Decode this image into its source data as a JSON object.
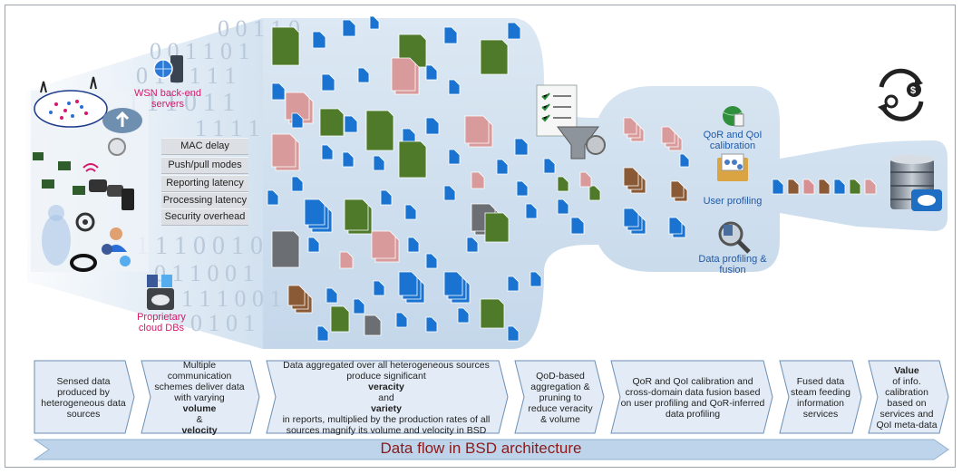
{
  "left_labels": {
    "wsn_servers": "WSN back-end servers",
    "cloud_dbs": "Proprietary cloud DBs"
  },
  "parameters": [
    "MAC delay",
    "Push/pull modes",
    "Reporting latency",
    "Processing latency",
    "Security overhead"
  ],
  "binary_digits_top": "0 1 0 1 0 1 1 1 1 0",
  "binary_digits_bottom": "1 1 1 0 0 1 0 1 1 0 0 1 0 1",
  "right_panel": {
    "qor_label": "QoR and QoI calibration",
    "user_profiling": "User profiling",
    "data_profiling": "Data profiling & fusion"
  },
  "steps": [
    {
      "pre": "Sensed data produced by heterogeneous data sources",
      "b1": "",
      "mid": "",
      "b2": "",
      "post": ""
    },
    {
      "pre": "Multiple communication schemes deliver data with varying ",
      "b1": "volume",
      "mid": " & ",
      "b2": "velocity",
      "post": ""
    },
    {
      "pre": "Data aggregated over all heterogeneous sources produce significant ",
      "b1": "veracity",
      "mid": " and ",
      "b2": "variety",
      "post": " in reports, multiplied by the production rates of all sources magnify its volume and velocity in BSD"
    },
    {
      "pre": "QoD-based aggregation & pruning to reduce veracity & volume",
      "b1": "",
      "mid": "",
      "b2": "",
      "post": ""
    },
    {
      "pre": "QoR and QoI calibration and cross-domain data fusion based on user profiling and QoR-inferred data profiling",
      "b1": "",
      "mid": "",
      "b2": "",
      "post": ""
    },
    {
      "pre": "Fused data steam feeding information services",
      "b1": "",
      "mid": "",
      "b2": "",
      "post": ""
    },
    {
      "pre": "",
      "b1": "Value",
      "mid": " of info. calibration based on services and QoI meta-data",
      "b2": "",
      "post": ""
    }
  ],
  "flow_label": "Data flow in BSD architecture",
  "colors": {
    "pipe": "#c9dced",
    "step_fill": "#e3ecf6",
    "step_stroke": "#6d8db5",
    "flow_arrow": "#bed4ea",
    "accent_pink": "#d6176a",
    "accent_blue": "#1f59a8"
  }
}
